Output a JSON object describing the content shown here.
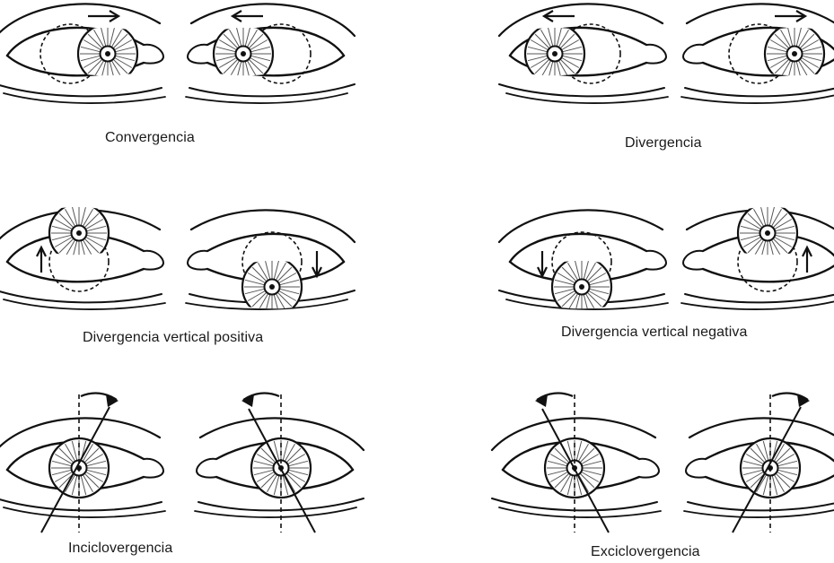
{
  "panels": [
    {
      "id": "convergencia",
      "caption": "Convergencia"
    },
    {
      "id": "divergencia",
      "caption": "Divergencia"
    },
    {
      "id": "divergencia-vertical-positiva",
      "caption": "Divergencia vertical positiva"
    },
    {
      "id": "divergencia-vertical-negativa",
      "caption": "Divergencia vertical negativa"
    },
    {
      "id": "inciclovergencia",
      "caption": "Inciclovergencia"
    },
    {
      "id": "exciclovergencia",
      "caption": "Exciclovergencia"
    }
  ]
}
